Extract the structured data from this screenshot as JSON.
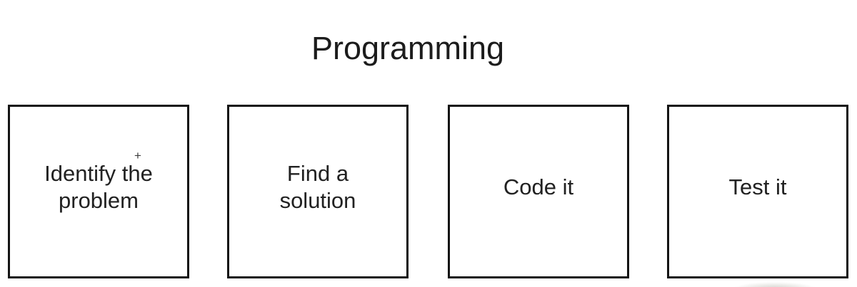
{
  "title": "Programming",
  "steps": [
    {
      "id": "identify-problem",
      "label": "Identify the\nproblem"
    },
    {
      "id": "find-solution",
      "label": "Find a\nsolution"
    },
    {
      "id": "code-it",
      "label": "Code it"
    },
    {
      "id": "test-it",
      "label": "Test it"
    }
  ],
  "artifacts": {
    "plus_mark": "+"
  },
  "colors": {
    "background": "#ffffff",
    "box_border": "#141414",
    "text": "#212121",
    "title_text": "#1c1c1c"
  }
}
